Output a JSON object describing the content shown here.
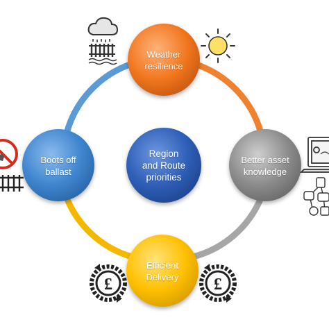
{
  "colors": {
    "weather": "#f2771f",
    "asset": "#8c8c8c",
    "delivery": "#ffc000",
    "boots": "#3f86cf",
    "center": "#2f5fb8",
    "ring_top_right": "#f0812e",
    "ring_right_bottom": "#a6a6a6",
    "ring_bottom_left": "#f5b800",
    "ring_left_top": "#5b9bd5"
  },
  "nodes": {
    "weather": {
      "line1": "Weather",
      "line2": "resilience"
    },
    "asset": {
      "line1": "Better asset",
      "line2": "knowledge"
    },
    "delivery": {
      "line1": "Efficient",
      "line2": "Delivery"
    },
    "boots": {
      "line1": "Boots off",
      "line2": "ballast"
    },
    "center": {
      "line1": "Region",
      "line2": "and Route",
      "line3": "priorities"
    }
  },
  "icons": {
    "rain": "rain-cloud-on-track-icon",
    "sun": "sun-icon",
    "laptop": "laptop-icon",
    "network": "connected-devices-icon",
    "no_entry": "no-entry-on-track-icon",
    "pound_cycle": "pound-cycle-icon",
    "pound_symbol": "£"
  }
}
